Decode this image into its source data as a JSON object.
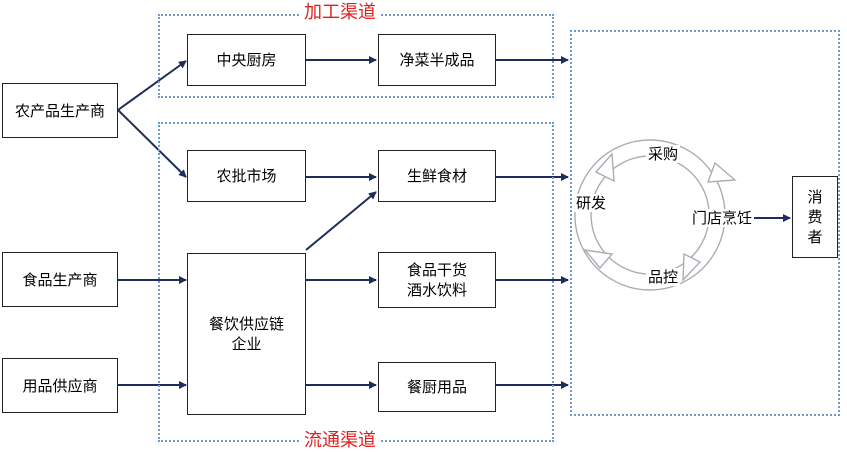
{
  "groups": {
    "processing_title": "加工渠道",
    "distribution_title": "流通渠道"
  },
  "producers": {
    "agri": "农产品生产商",
    "food": "食品生产商",
    "supplies": "用品供应商"
  },
  "middle": {
    "central_kitchen": "中央厨房",
    "wholesale_market": "农批市场",
    "supply_chain_line1": "餐饮供应链",
    "supply_chain_line2": "企业"
  },
  "products": {
    "semi_finished": "净菜半成品",
    "fresh": "生鲜食材",
    "dry_goods_line1": "食品干货",
    "dry_goods_line2": "酒水饮料",
    "kitchenware": "餐厨用品"
  },
  "cycle": {
    "purchase": "采购",
    "rnd": "研发",
    "cooking": "门店烹饪",
    "quality": "品控"
  },
  "consumer": [
    "消",
    "费",
    "者"
  ],
  "colors": {
    "group_border": "#6f9ad0",
    "group_title": "#e0201e",
    "arrow": "#1f2d5c",
    "cycle_fill": "#ffffff",
    "cycle_stroke": "#a9aeb4"
  }
}
